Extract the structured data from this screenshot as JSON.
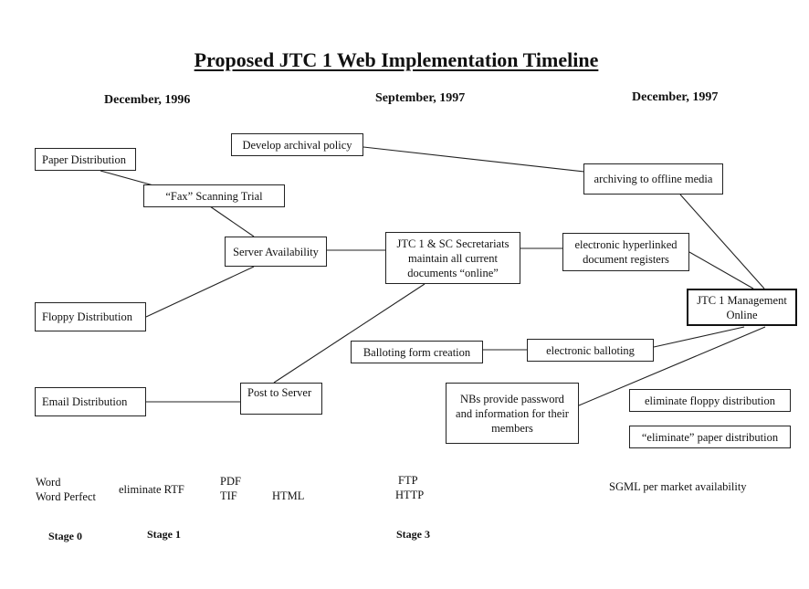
{
  "title": "Proposed JTC 1 Web Implementation Timeline",
  "timeline_headers": [
    "December, 1996",
    "September, 1997",
    "December, 1997"
  ],
  "boxes": {
    "paper_distribution": "Paper Distribution",
    "fax_scanning_trial": "“Fax” Scanning Trial",
    "develop_archival_policy": "Develop archival policy",
    "archiving_offline_media": "archiving to offline media",
    "server_availability": "Server Availability",
    "secretariats_online": "JTC 1 & SC Secretariats\nmaintain all current\ndocuments “online”",
    "hyperlinked_registers": "electronic hyperlinked\ndocument registers",
    "management_online": "JTC 1 Management\nOnline",
    "floppy_distribution": "Floppy Distribution",
    "balloting_form_creation": "Balloting form creation",
    "electronic_balloting": "electronic balloting",
    "email_distribution": "Email Distribution",
    "post_to_server": "Post to Server",
    "nbs_password": "NBs provide password\nand information  for their\nmembers",
    "eliminate_floppy": "eliminate floppy distribution",
    "eliminate_paper": "“eliminate” paper distribution"
  },
  "formats": {
    "word": "Word",
    "word_perfect": "Word Perfect",
    "eliminate_rtf": "eliminate RTF",
    "pdf": "PDF",
    "tif": "TIF",
    "html": "HTML",
    "ftp": "FTP",
    "http": "HTTP",
    "sgml": "SGML per market availability"
  },
  "stages": [
    "Stage 0",
    "Stage 1",
    "Stage 3"
  ]
}
